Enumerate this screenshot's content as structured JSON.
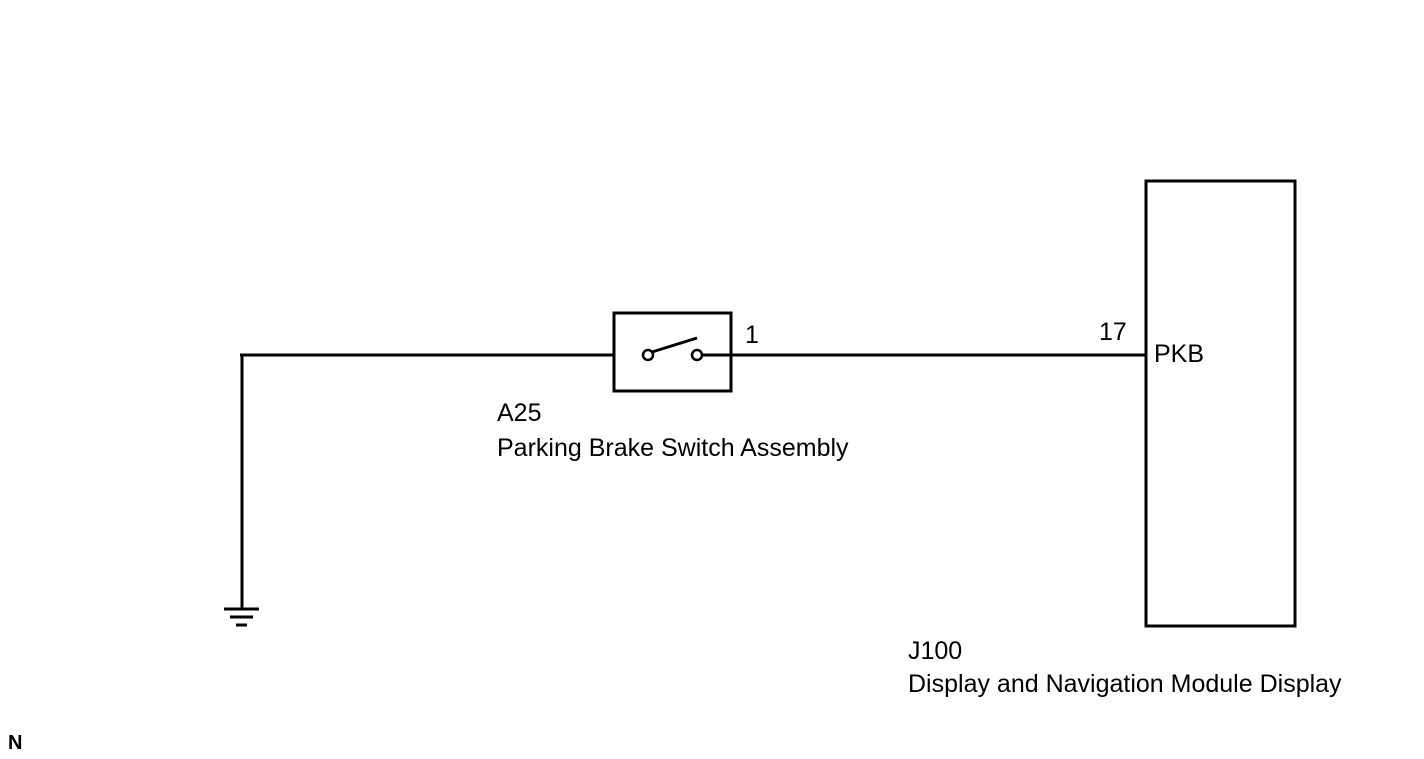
{
  "switch_component": {
    "code": "A25",
    "name": "Parking Brake Switch Assembly",
    "pin": "1"
  },
  "module_component": {
    "code": "J100",
    "name": "Display and Navigation Module Display",
    "pin": "17",
    "terminal": "PKB"
  },
  "corner_mark": "N"
}
